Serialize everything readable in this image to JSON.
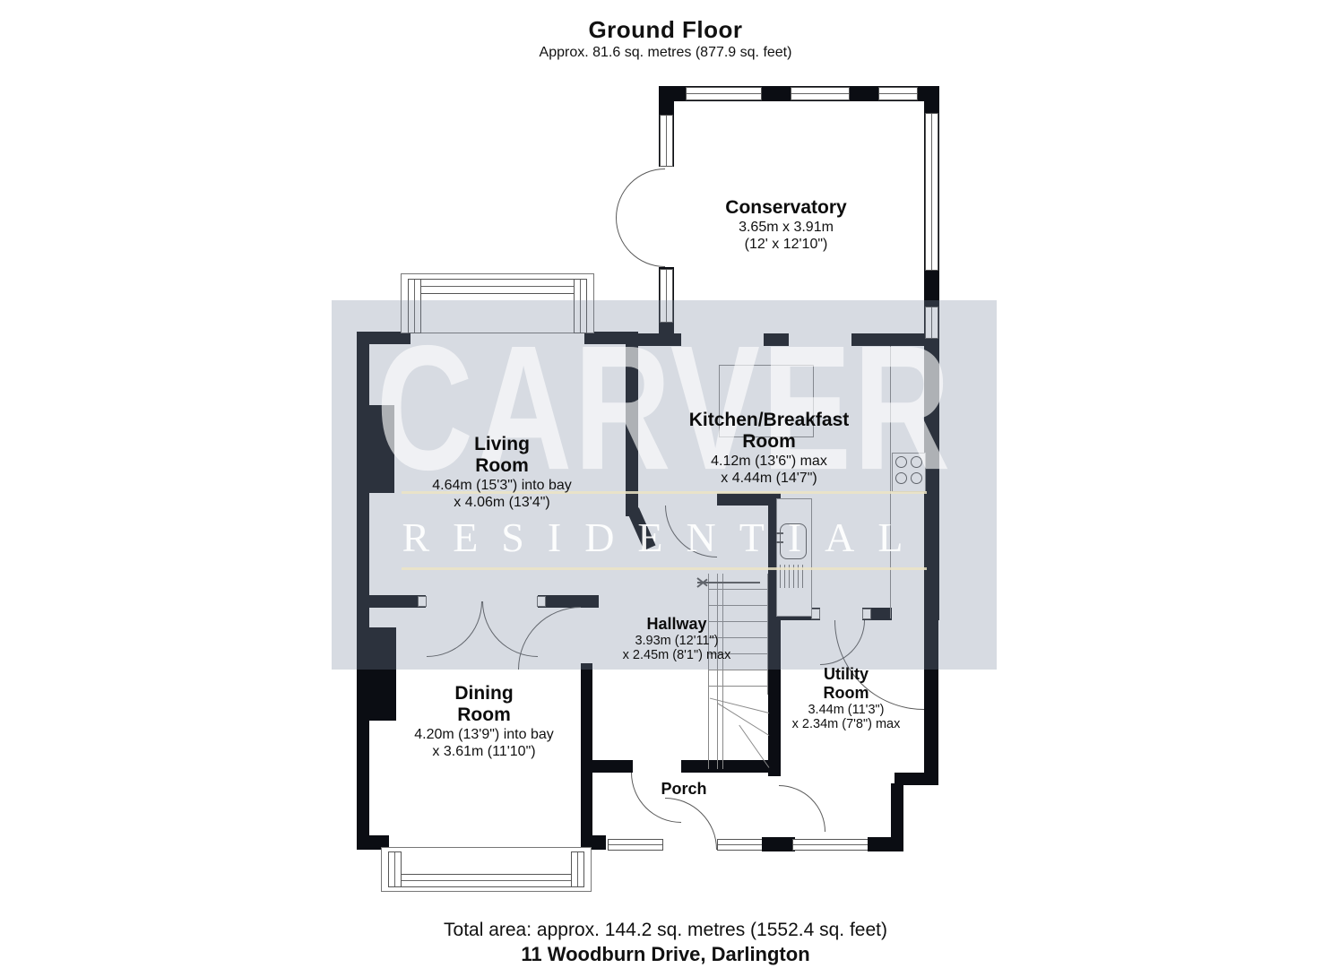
{
  "header": {
    "title": "Ground Floor",
    "subtitle": "Approx. 81.6 sq. metres (877.9 sq. feet)"
  },
  "footer": {
    "total_area": "Total area: approx. 144.2 sq. metres (1552.4 sq. feet)",
    "address": "11 Woodburn Drive, Darlington"
  },
  "watermark": {
    "line1": "CARVER",
    "line2": "RESIDENTIAL",
    "band_color": "#d5dae3",
    "rule_color": "#ece4c4"
  },
  "rooms": {
    "conservatory": {
      "name": "Conservatory",
      "dim1": "3.65m x 3.91m",
      "dim2": "(12' x 12'10\")"
    },
    "living": {
      "name1": "Living",
      "name2": "Room",
      "dim1": "4.64m (15'3\") into bay",
      "dim2": "x 4.06m (13'4\")"
    },
    "kitchen": {
      "name1": "Kitchen/Breakfast",
      "name2": "Room",
      "dim1": "4.12m (13'6\") max",
      "dim2": "x 4.44m (14'7\")"
    },
    "hallway": {
      "name": "Hallway",
      "dim1": "3.93m (12'11\")",
      "dim2": "x 2.45m (8'1\") max"
    },
    "dining": {
      "name1": "Dining",
      "name2": "Room",
      "dim1": "4.20m (13'9\") into bay",
      "dim2": "x 3.61m (11'10\")"
    },
    "utility": {
      "name1": "Utility",
      "name2": "Room",
      "dim1": "3.44m (11'3\")",
      "dim2": "x 2.34m (7'8\") max"
    },
    "porch": {
      "name": "Porch"
    }
  },
  "colors": {
    "wall": "#0b0d13",
    "window_frame": "#555555",
    "door_arc": "#5a5a5a"
  }
}
